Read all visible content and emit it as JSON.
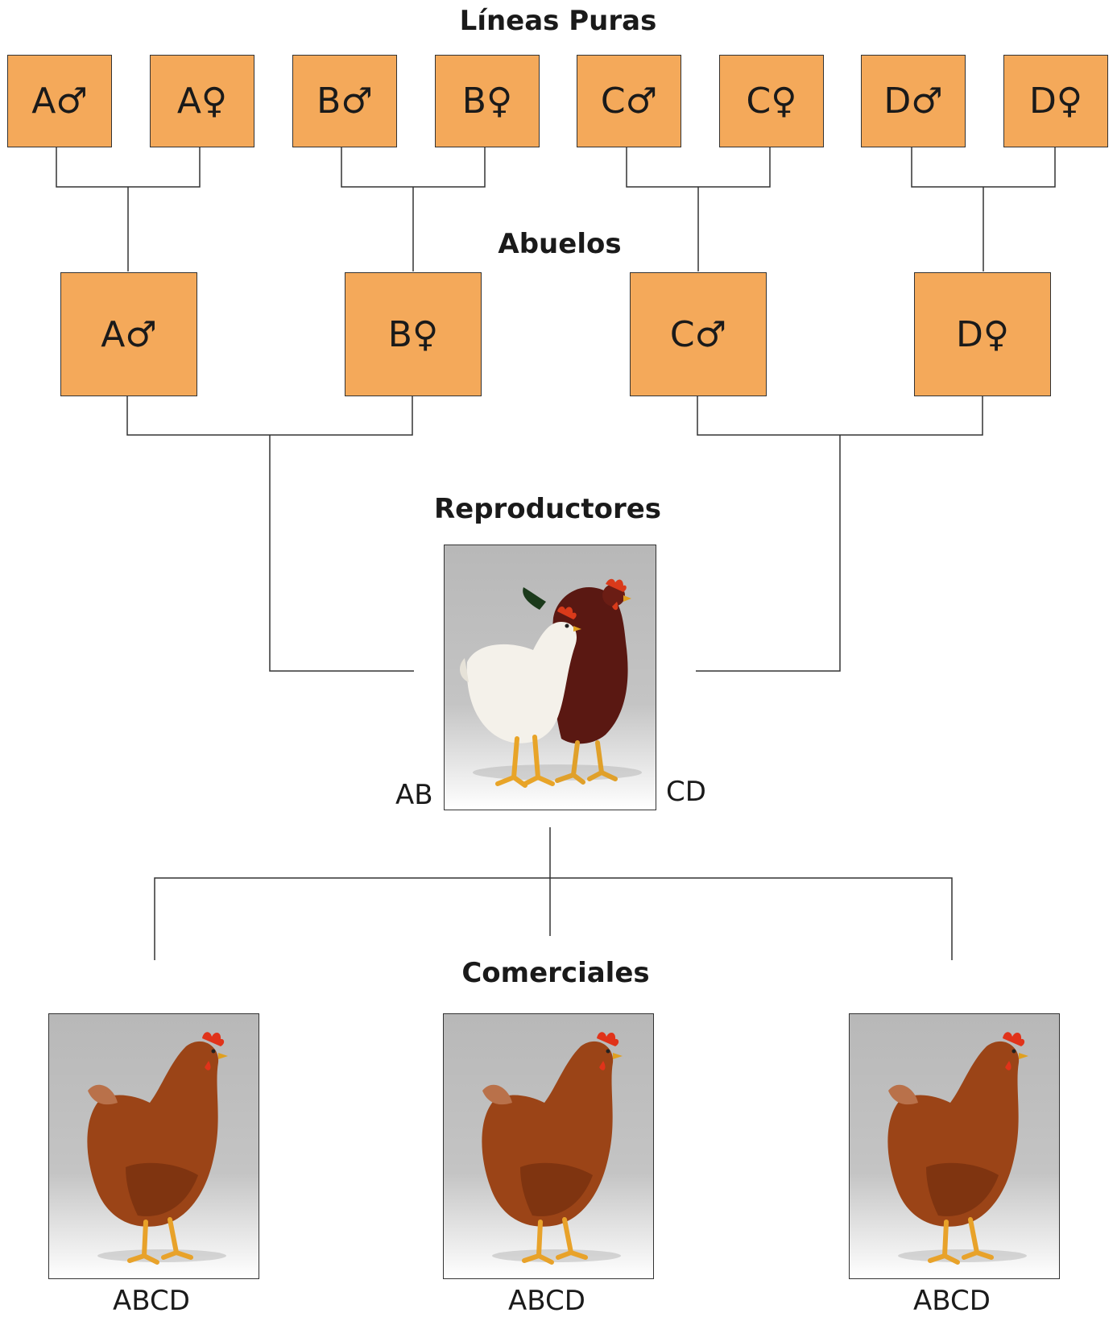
{
  "titles": {
    "pure_lines": "Líneas Puras",
    "grandparents": "Abuelos",
    "breeders": "Reproductores",
    "commercial": "Comerciales"
  },
  "pure_lines": [
    "A♂",
    "A♀",
    "B♂",
    "B♀",
    "C♂",
    "C♀",
    "D♂",
    "D♀"
  ],
  "grandparents": [
    "A♂",
    "B♀",
    "C♂",
    "D♀"
  ],
  "breeders": {
    "left_label": "AB",
    "right_label": "CD"
  },
  "commercial": [
    "ABCD",
    "ABCD",
    "ABCD"
  ],
  "colors": {
    "box_fill": "#f4a95a",
    "line": "#333333"
  }
}
